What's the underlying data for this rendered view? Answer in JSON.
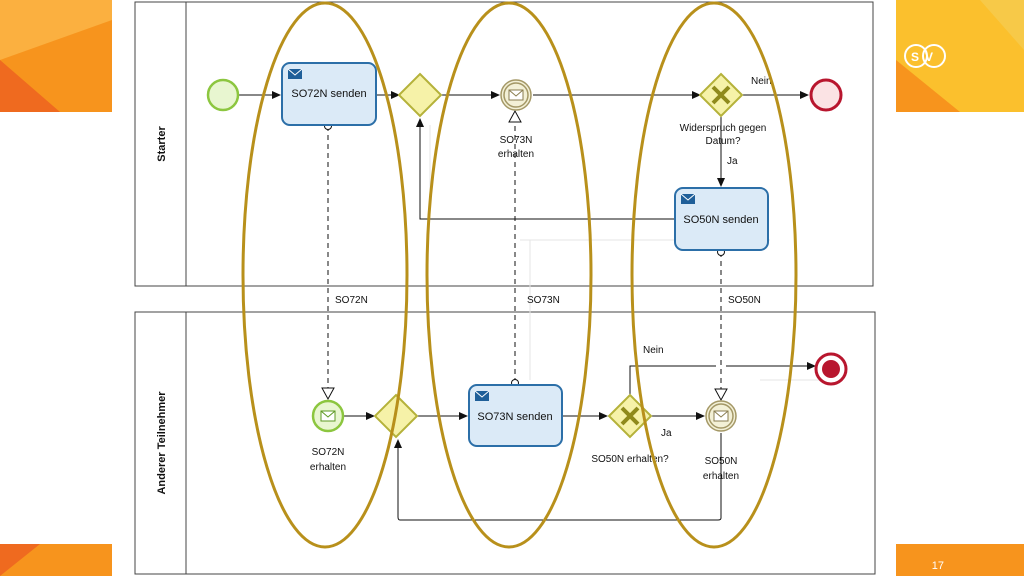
{
  "colors": {
    "orange": "#f7941d",
    "orange_dark": "#ef6a1f",
    "yellow": "#fbc02d",
    "gold_ring": "#b8901b",
    "task_fill": "#dbeaf7",
    "task_stroke": "#2c6fa8",
    "gateway_fill": "#f6f2a8",
    "gateway_stroke": "#b5b23a",
    "start_fill": "#e8f6d0",
    "start_stroke": "#8cc63f",
    "end_stroke": "#b8162e"
  },
  "lanes": {
    "starter": "Starter",
    "other": "Anderer Teilnehmer"
  },
  "tasks": {
    "so72n_send": "SO72N senden",
    "so50n_send": "SO50N senden",
    "so73n_send": "SO73N senden"
  },
  "events": {
    "so73n_received": [
      "SO73N",
      "erhalten"
    ],
    "so72n_received": [
      "SO72N",
      "erhalten"
    ],
    "so50n_received": [
      "SO50N",
      "erhalten"
    ]
  },
  "gateways": {
    "widerspruch": [
      "Widerspruch gegen",
      "Datum?"
    ],
    "so50n_received": "SO50N erhalten?"
  },
  "labels": {
    "nein_top": "Nein",
    "ja_top": "Ja",
    "nein_bottom": "Nein",
    "ja_bottom": "Ja",
    "msg_so72n": "SO72N",
    "msg_so73n": "SO73N",
    "msg_so50n": "SO50N"
  },
  "logo": "SV",
  "page_number": "17"
}
